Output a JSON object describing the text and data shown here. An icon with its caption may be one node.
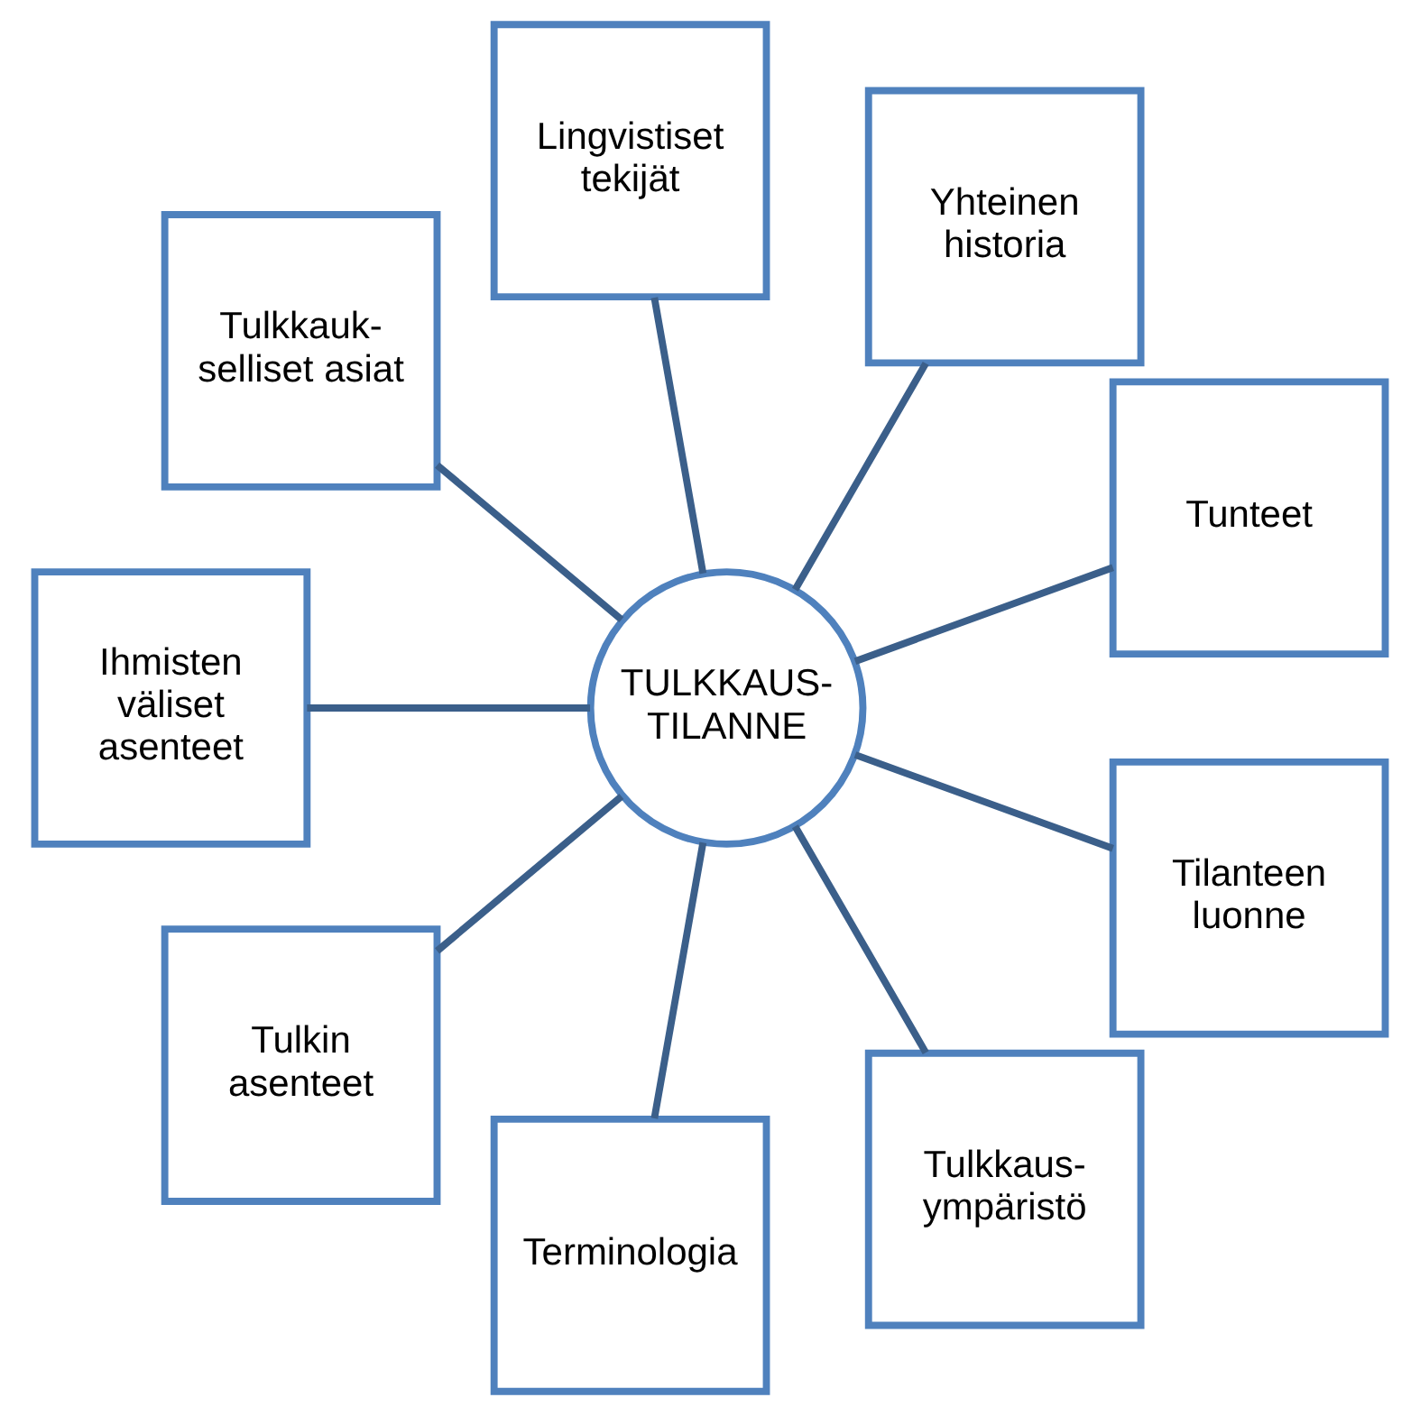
{
  "diagram": {
    "nodes": [
      {
        "text": [
          "TULKKAUS- TILANNE"
        ]
      },
      {
        "text": [
          "Tunteet"
        ]
      },
      {
        "text": [
          "Yhteinen historia"
        ]
      },
      {
        "text": [
          "Lingvistiset tekijät"
        ]
      },
      {
        "text": [
          "Tulkkauk- selliset asiat"
        ]
      },
      {
        "text": [
          "Ihmisten väliset asenteet"
        ]
      },
      {
        "text": [
          "Tulkin asenteet"
        ]
      },
      {
        "text": [
          "Terminologia"
        ]
      },
      {
        "text": [
          "Tulkkaus- ympäristö"
        ]
      },
      {
        "text": [
          "Tilanteen luonne"
        ]
      }
    ],
    "edges": [
      {
        "from": 0,
        "to": 1,
        "arrow": "none"
      },
      {
        "from": 0,
        "to": 3,
        "arrow": "none"
      },
      {
        "from": 0,
        "to": 5,
        "arrow": "none"
      },
      {
        "from": 0,
        "to": 7,
        "arrow": "none"
      },
      {
        "from": 0,
        "to": 9,
        "arrow": "none"
      },
      {
        "from": 0,
        "to": 8,
        "arrow": "none"
      },
      {
        "from": 0,
        "to": 6,
        "arrow": "none"
      },
      {
        "from": 0,
        "to": 4,
        "arrow": "none"
      },
      {
        "from": 0,
        "to": 2,
        "arrow": "none"
      }
    ]
  }
}
